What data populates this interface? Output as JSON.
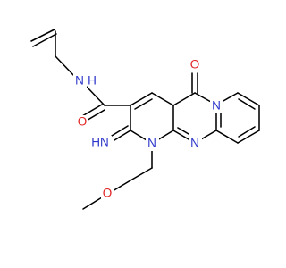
{
  "molecule": {
    "atoms": {
      "nh_amide": {
        "label": "N",
        "h": "H",
        "color": "#2b35c9"
      },
      "o_amide": {
        "label": "O",
        "color": "#e02020"
      },
      "o_ketone": {
        "label": "O",
        "color": "#e02020"
      },
      "n_ring_fused": {
        "label": "N",
        "color": "#2b35c9"
      },
      "n_imine": {
        "label": "HN",
        "color": "#2b35c9"
      },
      "n_ring_sub": {
        "label": "N",
        "color": "#2b35c9"
      },
      "n_ring_bridge": {
        "label": "N",
        "color": "#2b35c9"
      },
      "o_methoxy": {
        "label": "O",
        "color": "#e02020"
      }
    },
    "colors": {
      "carbon_bond": "#000000",
      "nitrogen": "#2b35c9",
      "oxygen": "#e02020"
    }
  }
}
